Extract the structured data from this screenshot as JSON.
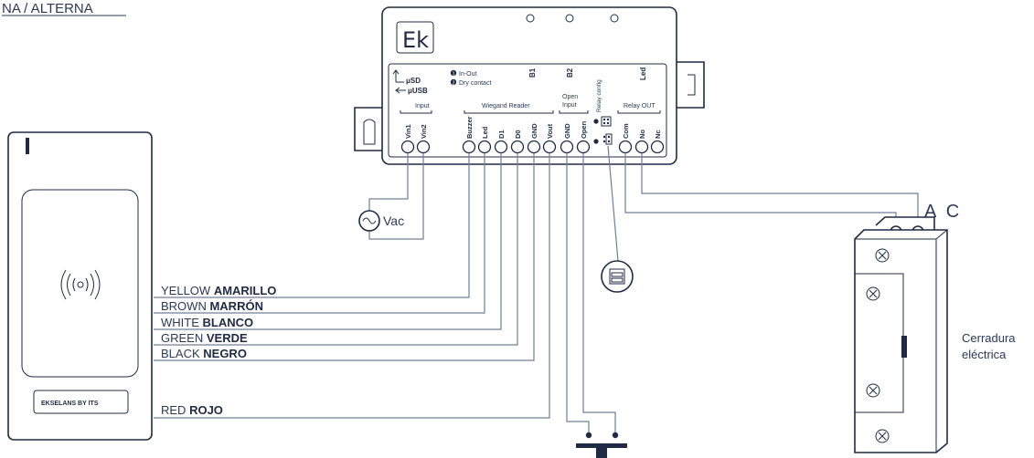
{
  "top_label": "NA / ALTERNA",
  "controller": {
    "logo": "Ek",
    "usd": "μSD",
    "usb": "μUSB",
    "legend_1": "In-Out",
    "legend_2": "Dry contact",
    "b1": "B1",
    "b2": "B2",
    "led_header": "Led",
    "relay_config": "Relay config",
    "groups": {
      "input": "Input",
      "wiegand": "Wiegand Reader",
      "open_input": "Open\nInput",
      "relay_out": "Relay OUT"
    },
    "terminals": [
      "Vin1",
      "Vin2",
      "Buzzer",
      "Led",
      "D1",
      "D0",
      "GND",
      "Vout",
      "GND",
      "Open",
      "Com",
      "No",
      "Nc"
    ]
  },
  "ac_source": "Vac",
  "lock_terminals": "A C",
  "lock_label": "Cerradura\neléctrica",
  "reader_brand": "EKSELANS BY ITS",
  "wires": [
    {
      "en": "YELLOW",
      "es": "AMARILLO",
      "color": "#2b3a55"
    },
    {
      "en": "BROWN",
      "es": "MARRÓN",
      "color": "#2b3a55"
    },
    {
      "en": "WHITE",
      "es": "BLANCO",
      "color": "#2b3a55"
    },
    {
      "en": "GREEN",
      "es": "VERDE",
      "color": "#2b3a55"
    },
    {
      "en": "BLACK",
      "es": "NEGRO",
      "color": "#2b3a55"
    },
    {
      "en": "RED",
      "es": "ROJO",
      "color": "#2b3a55"
    }
  ],
  "colors": {
    "ink": "#1f2b44",
    "wire": "#6f7f99"
  }
}
